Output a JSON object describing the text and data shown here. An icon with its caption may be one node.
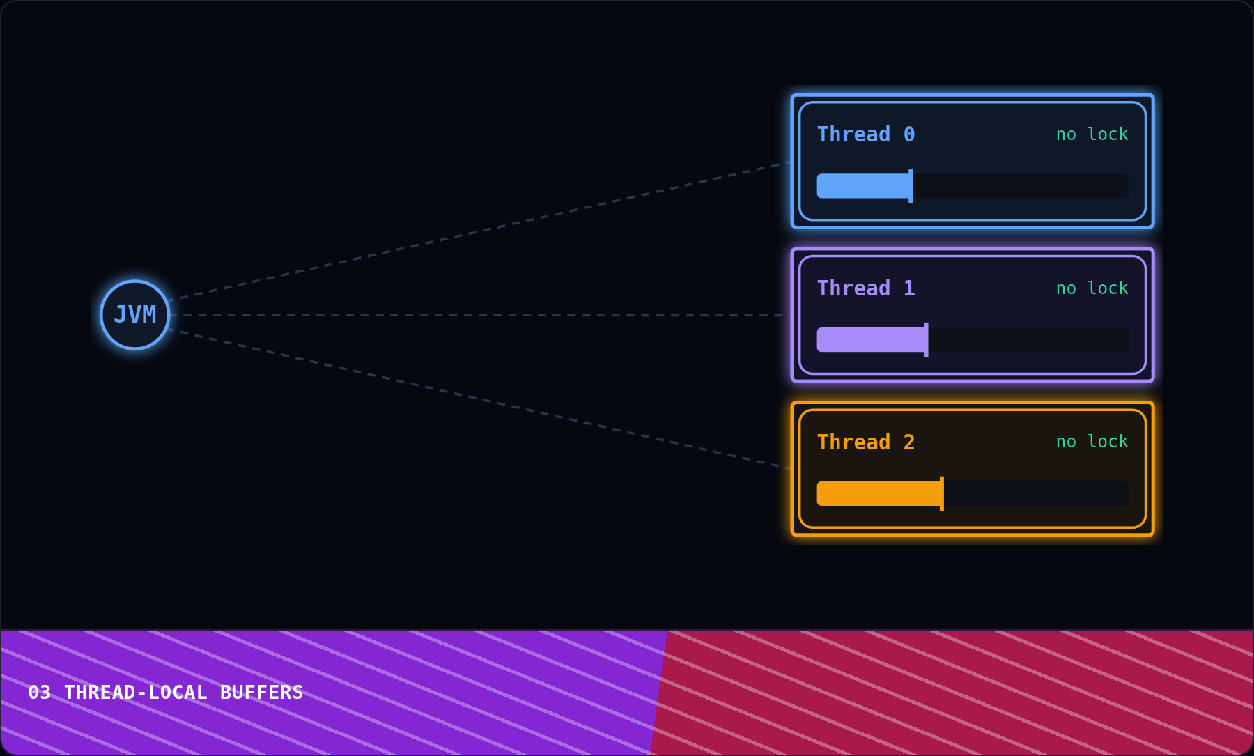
{
  "diagram": {
    "title": "03 THREAD-LOCAL BUFFERS",
    "nodes": [
      {
        "text": [
          "JVM"
        ]
      },
      {
        "text": [
          "Thread 0",
          "no lock"
        ]
      },
      {
        "text": [
          "Thread 1",
          "no lock"
        ]
      },
      {
        "text": [
          "Thread 2",
          "no lock"
        ]
      }
    ],
    "edges": [
      {
        "from": 0,
        "to": 1,
        "arrow": "none",
        "style": "dashed"
      },
      {
        "from": 0,
        "to": 2,
        "arrow": "none",
        "style": "dashed"
      },
      {
        "from": 0,
        "to": 3,
        "arrow": "none",
        "style": "dashed"
      }
    ]
  }
}
